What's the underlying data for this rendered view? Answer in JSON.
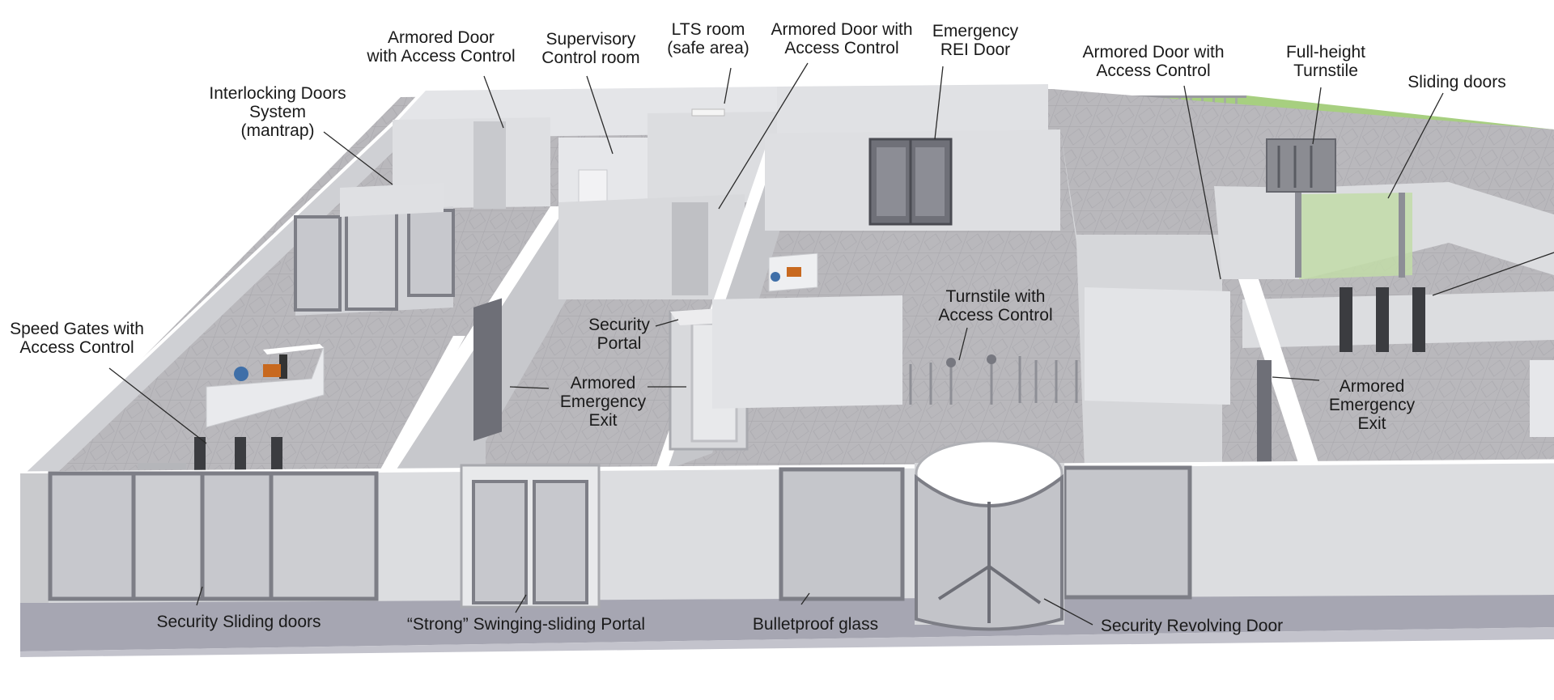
{
  "labels": {
    "interlocking": [
      "Interlocking Doors",
      "System",
      "(mantrap)"
    ],
    "armored_door_1": [
      "Armored Door",
      "with Access Control"
    ],
    "supervisory": [
      "Supervisory",
      "Control room"
    ],
    "lts_room": [
      "LTS room",
      "(safe area)"
    ],
    "armored_door_2": [
      "Armored Door with",
      "Access Control"
    ],
    "emergency_rei": [
      "Emergency",
      "REI Door"
    ],
    "armored_door_3": [
      "Armored Door with",
      "Access Control"
    ],
    "full_height_turnstile": [
      "Full-height",
      "Turnstile"
    ],
    "sliding_doors": [
      "Sliding doors"
    ],
    "speed_gates": [
      "Speed Gates with",
      "Access Control"
    ],
    "security_portal": [
      "Security",
      "Portal"
    ],
    "armored_exit_1": [
      "Armored",
      "Emergency",
      "Exit"
    ],
    "turnstile_ac": [
      "Turnstile with",
      "Access Control"
    ],
    "armored_exit_2": [
      "Armored",
      "Emergency",
      "Exit"
    ],
    "security_sliding": [
      "Security Sliding doors"
    ],
    "strong_portal": [
      "“Strong” Swinging-sliding Portal"
    ],
    "bulletproof": [
      "Bulletproof glass"
    ],
    "revolving": [
      "Security Revolving Door"
    ]
  },
  "colors": {
    "wall_top": "#ffffff",
    "wall_face": "#dcdde0",
    "wall_shade": "#c9cacd",
    "floor": "#b9b8bc",
    "tile_line": "#a4a3a8",
    "base": "#a6a6b2",
    "glass": "#c7c8cd",
    "frame": "#7d7e86",
    "gate_dark": "#3b3c40",
    "grass": "#8fbf63",
    "fence": "#9a9aa0",
    "leader": "#2a2a2a",
    "desk_orange": "#c8691f",
    "chair_blue": "#3f6fa8"
  }
}
